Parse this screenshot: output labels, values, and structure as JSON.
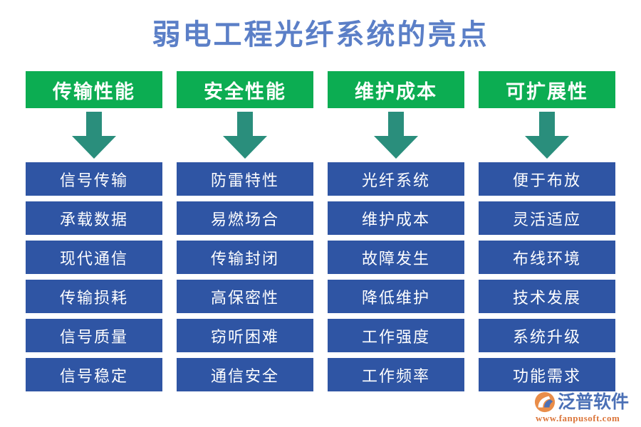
{
  "page": {
    "title": "弱电工程光纤系统的亮点",
    "background": "#ffffff",
    "title_color": "#5b7fc7",
    "header_color": "#0cad52",
    "arrow_color": "#2a8e7c",
    "item_color": "#2f55a4",
    "text_color": "#ffffff"
  },
  "columns": [
    {
      "header": "传输性能",
      "arrow": "arrow-down-icon",
      "items": [
        "信号传输",
        "承载数据",
        "现代通信",
        "传输损耗",
        "信号质量",
        "信号稳定"
      ]
    },
    {
      "header": "安全性能",
      "arrow": "arrow-down-icon",
      "items": [
        "防雷特性",
        "易燃场合",
        "传输封闭",
        "高保密性",
        "窃听困难",
        "通信安全"
      ]
    },
    {
      "header": "维护成本",
      "arrow": "arrow-down-icon",
      "items": [
        "光纤系统",
        "维护成本",
        "故障发生",
        "降低维护",
        "工作强度",
        "工作频率"
      ]
    },
    {
      "header": "可扩展性",
      "arrow": "arrow-down-icon",
      "items": [
        "便于布放",
        "灵活适应",
        "布线环境",
        "技术发展",
        "系统升级",
        "功能需求"
      ]
    }
  ],
  "watermark": {
    "brand": "泛普软件",
    "url": "www.fanpusoft.com",
    "logo": "fanpusoft-logo-icon",
    "brand_color": "#3c64b0",
    "url_color": "#d96a2a"
  }
}
